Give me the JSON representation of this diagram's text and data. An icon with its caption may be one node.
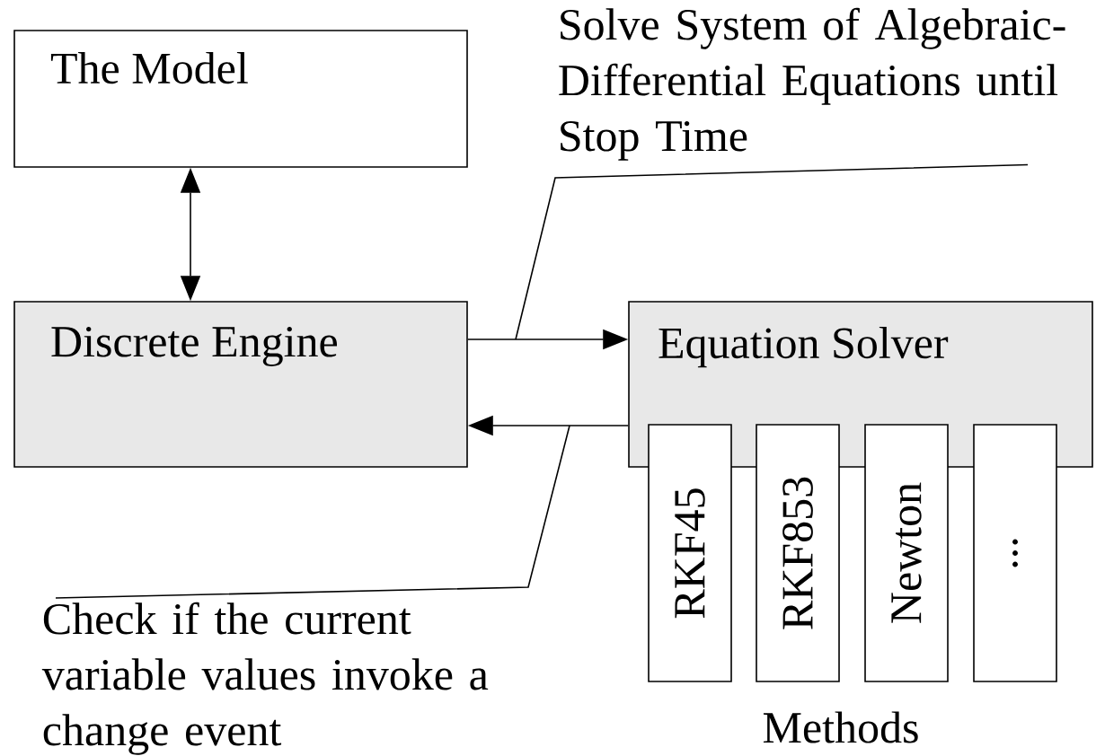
{
  "diagram": {
    "nodes": [
      {
        "text": [
          "The Model"
        ]
      },
      {
        "text": [
          "Discrete Engine"
        ]
      },
      {
        "text": [
          "Equation Solver"
        ]
      },
      {
        "text": [
          "RKF45"
        ]
      },
      {
        "text": [
          "RKF853"
        ]
      },
      {
        "text": [
          "Newton"
        ]
      },
      {
        "text": [
          "..."
        ]
      },
      {
        "text": [
          "Solve System of Algebraic-Differential Equations until Stop Time"
        ]
      },
      {
        "text": [
          "Check if the current variable values invoke a change event"
        ]
      }
    ],
    "edges": [
      {
        "from": 0,
        "to": 1,
        "arrow": "both"
      },
      {
        "from": 1,
        "to": 2,
        "arrow": "to"
      },
      {
        "from": 2,
        "to": 1,
        "arrow": "to"
      },
      {
        "from": 7,
        "to": null,
        "arrow": "none"
      },
      {
        "from": 8,
        "to": null,
        "arrow": "none"
      }
    ],
    "labels": [
      "Methods"
    ]
  }
}
